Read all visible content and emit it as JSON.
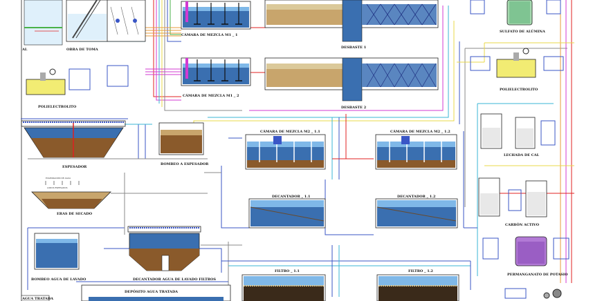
{
  "labels": {
    "obra_toma": "OBRA DE TOMA",
    "al": "AL",
    "camara_m1_1": "CÁMARA DE MEZCLA M1 _ 1",
    "camara_m1_2": "CÁMARA DE MEZCLA M1 _ 2",
    "desbaste_1": "DESBASTE 1",
    "desbaste_2": "DESBASTE 2",
    "sulfato": "SULFATO DE ALÚMINA",
    "polielectrolito_r": "POLIELECTROLITO",
    "polielectrolito_l": "POLIELECTROLITO",
    "espesador": "ESPESADOR",
    "bombeo_espesador": "BOMBEO A ESPESADOR",
    "camara_m2_1": "CÁMARA DE MEZCLA M2 _ 1.1",
    "camara_m2_2": "CÁMARA DE MEZCLA M2 _ 1.2",
    "lechada": "LECHADA DE CAL",
    "evaporacion": "EVAPORACIÓN DE AGUA",
    "lodos_espesados": "LODOS ESPESADOS",
    "eras": "ERAS DE SECADO",
    "decantador_11": "DECANTADOR _ 1.1",
    "decantador_12": "DECANTADOR _ 1.2",
    "carbon": "CARBÓN ACTIVO",
    "bombeo_lavado": "BOMBEO AGUA DE LAVADO",
    "decantador_lavado": "DECANTADOR AGUA DE LAVADO FILTROS",
    "filtro_11": "FILTRO _ 1.1",
    "filtro_12": "FILTRO _ 1.2",
    "permanganato": "PERMANGANATO DE POTASIO",
    "deposito": "DEPÓSITO AGUA TRATADA",
    "agua_tratada": "AGUA TRATADA"
  },
  "colors": {
    "water": "#3a6fb0",
    "water_light": "#7fb8e8",
    "sludge": "#8a5a2b",
    "yellow_tank": "#f2ec73",
    "purple": "#b27ad6",
    "green_tank": "#a6d9b0",
    "pipe_red": "#e02020",
    "pipe_magenta": "#d23ad2",
    "pipe_cyan": "#38b6d6",
    "pipe_yellow": "#e8d84a",
    "pipe_orange": "#e79a3a",
    "pipe_gray": "#8a8a8a",
    "pipe_green": "#48b248",
    "pipe_blue": "#3a56c6"
  }
}
